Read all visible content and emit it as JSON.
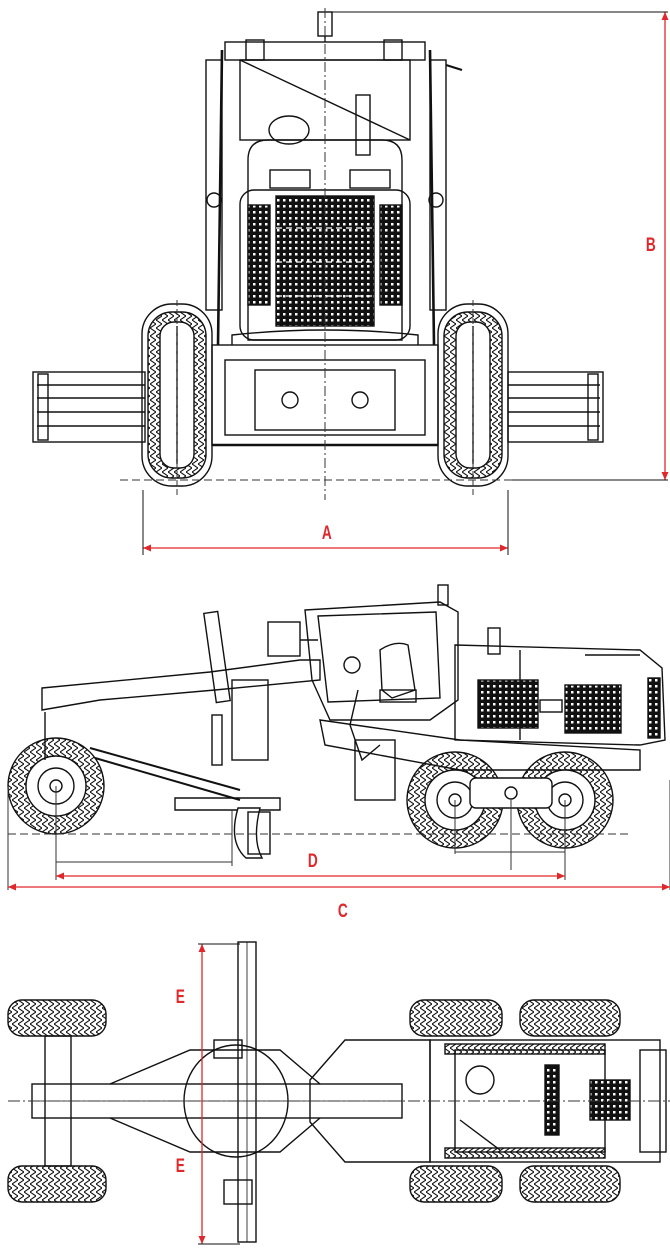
{
  "dimension_labels": {
    "a": "A",
    "b": "B",
    "c": "C",
    "d": "D",
    "e_top": "E",
    "e_bottom": "E"
  },
  "colors": {
    "dimension": "#e0272b",
    "linework": "#111111",
    "centerline": "#333333",
    "background": "#ffffff"
  }
}
